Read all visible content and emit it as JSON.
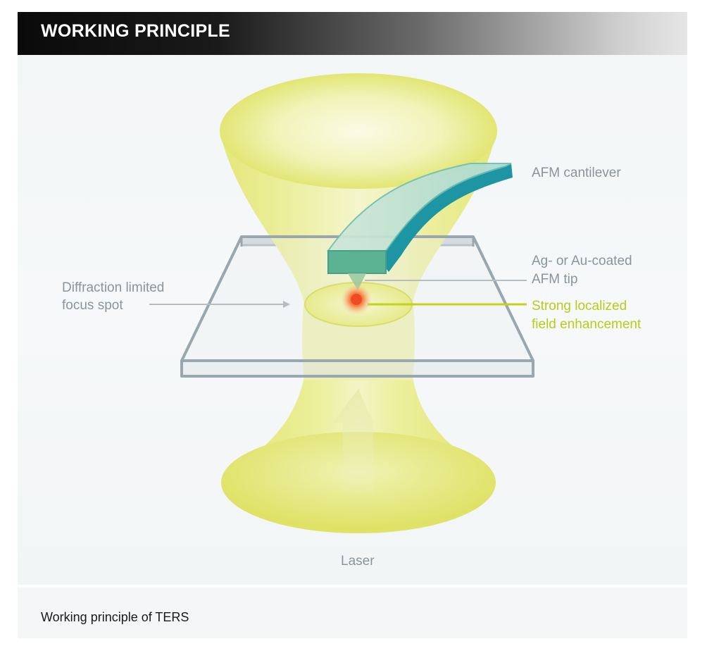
{
  "header": {
    "title": "WORKING PRINCIPLE"
  },
  "labels": {
    "afm_cantilever": "AFM cantilever",
    "tip_line1": "Ag- or Au-coated",
    "tip_line2": "AFM tip",
    "diffraction_line1": "Diffraction limited",
    "diffraction_line2": "focus spot",
    "enhancement_line1": "Strong localized",
    "enhancement_line2": "field enhancement",
    "laser": "Laser"
  },
  "caption": "Working principle of TERS",
  "colors": {
    "beam": "#e6e87a",
    "cantilever": "#1f9aa8",
    "glass_frame": "#9aa7ae",
    "hot_spot": "#f15a2b",
    "highlight_text": "#b8cc1a",
    "muted_text": "#8a959b"
  }
}
